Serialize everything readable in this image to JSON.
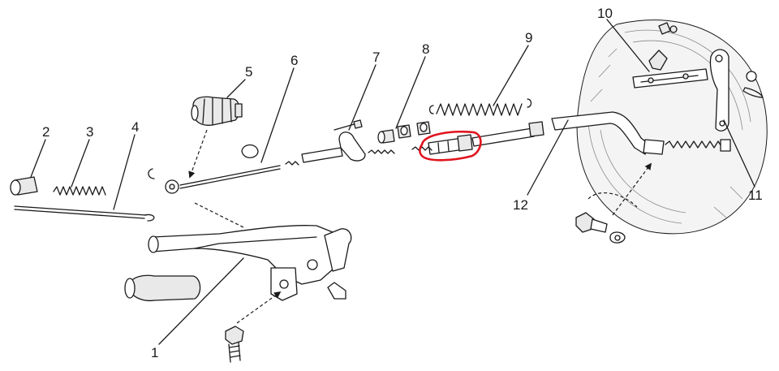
{
  "labels": {
    "l1": "1",
    "l2": "2",
    "l3": "3",
    "l4": "4",
    "l5": "5",
    "l6": "6",
    "l7": "7",
    "l8": "8",
    "l9": "9",
    "l10": "10",
    "l11": "11",
    "l12": "12"
  },
  "highlight_color": "#e0141e"
}
